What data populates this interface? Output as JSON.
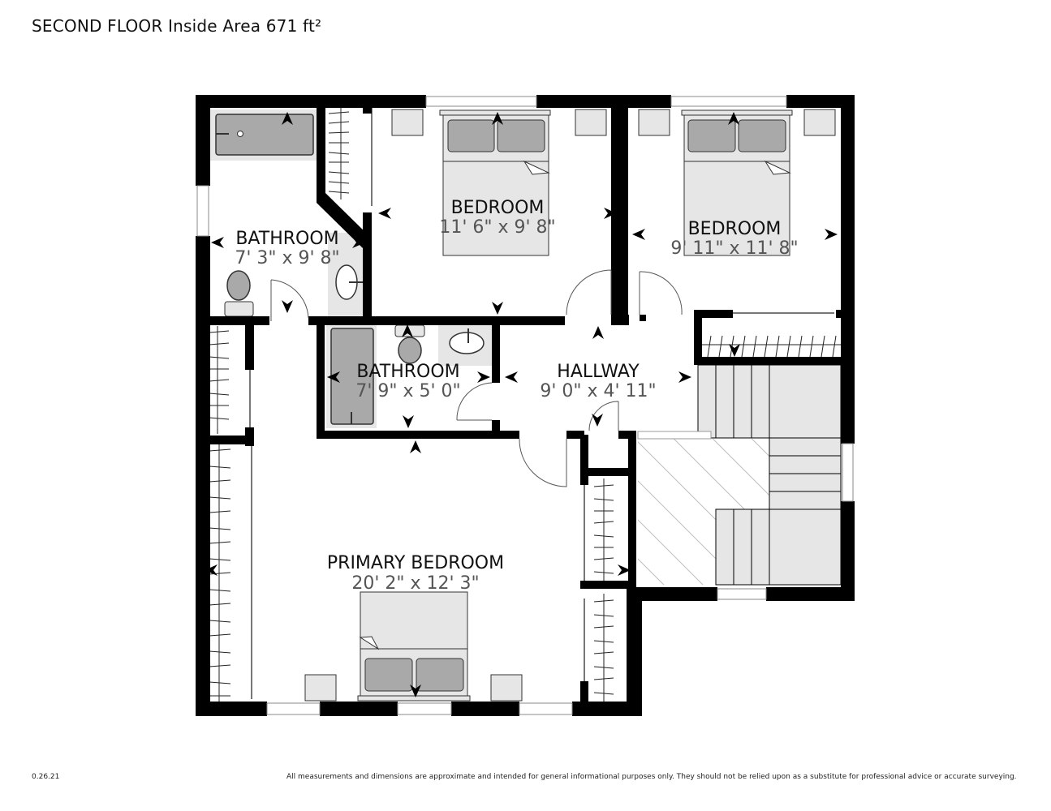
{
  "header": {
    "title": "SECOND FLOOR Inside Area 671 ft²"
  },
  "rooms": [
    {
      "name": "BATHROOM",
      "dimensions": "7' 3\" x 9' 8\""
    },
    {
      "name": "BEDROOM",
      "dimensions": "11' 6\" x 9' 8\""
    },
    {
      "name": "BEDROOM",
      "dimensions": "9' 11\" x 11' 8\""
    },
    {
      "name": "BATHROOM",
      "dimensions": "7' 9\" x 5' 0\""
    },
    {
      "name": "HALLWAY",
      "dimensions": "9' 0\" x 4' 11\""
    },
    {
      "name": "PRIMARY BEDROOM",
      "dimensions": "20' 2\" x 12' 3\""
    }
  ],
  "footer": {
    "version": "0.26.21",
    "disclaimer": "All measurements and dimensions are approximate and intended for general informational purposes only. They should not be relied upon as a substitute for professional advice or accurate surveying."
  },
  "colors": {
    "wall": "#000000",
    "fixture_fill": "#a9a9a9",
    "floor_fill": "#e6e6e6",
    "dim_text": "#555555"
  }
}
